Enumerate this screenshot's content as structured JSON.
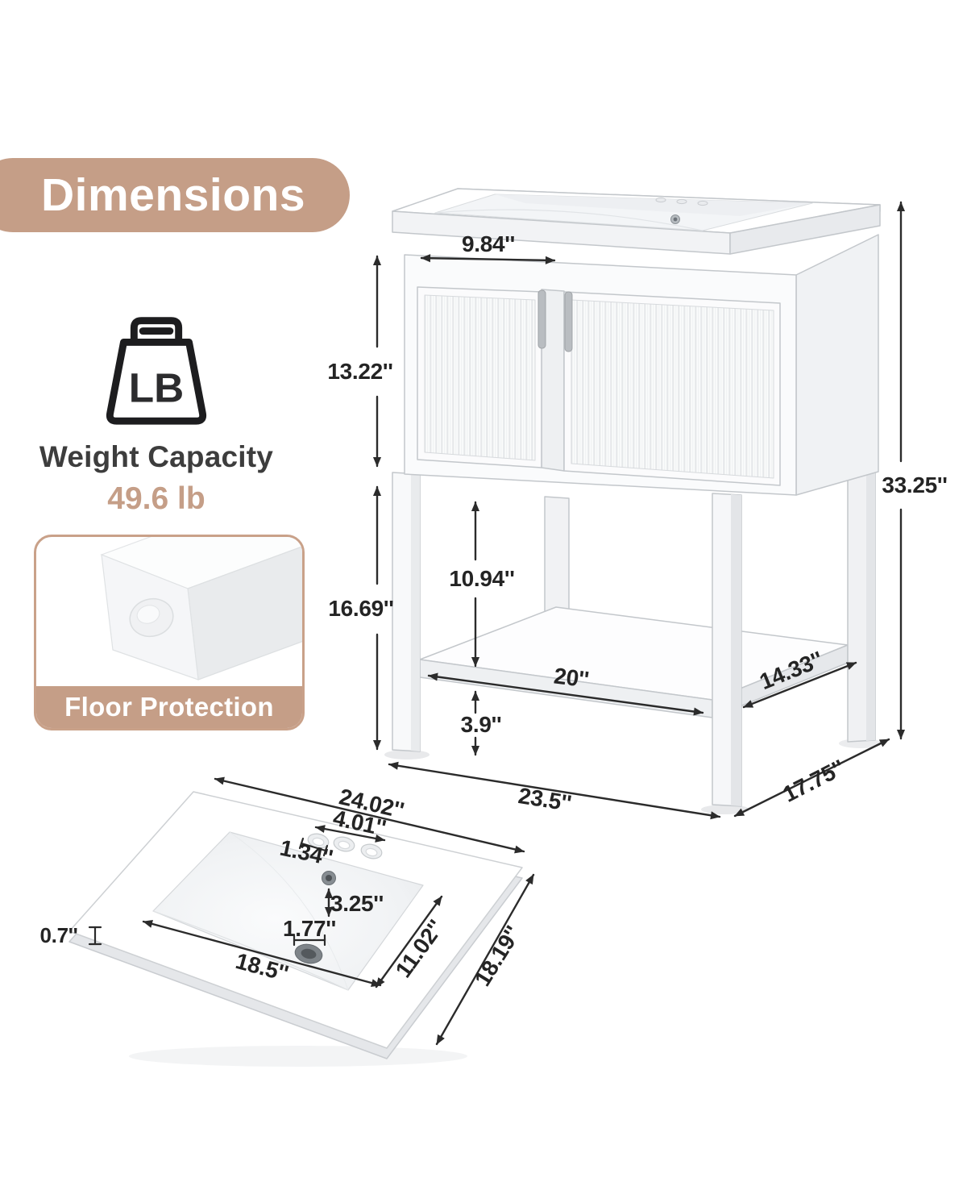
{
  "header": {
    "title": "Dimensions"
  },
  "weight_capacity": {
    "icon_text": "LB",
    "label": "Weight Capacity",
    "value": "49.6 lb"
  },
  "floor_protection": {
    "caption": "Floor Protection"
  },
  "vanity": {
    "door_width": "9.84''",
    "door_section_height": "13.22''",
    "overall_height": "33.25''",
    "leg_section_height": "16.69''",
    "shelf_clearance_height": "10.94''",
    "shelf_width": "20''",
    "shelf_depth": "14.33''",
    "bottom_clearance": "3.9''",
    "overall_width": "23.5''",
    "overall_depth": "17.75''"
  },
  "sink_top": {
    "overall_width": "24.02''",
    "faucet_hole_spread": "4.01''",
    "faucet_hole_size": "1.34''",
    "overflow_to_basin": "3.25''",
    "drain_size": "1.77''",
    "basin_width": "18.5''",
    "basin_depth": "11.02''",
    "overall_depth": "18.19''",
    "edge_thickness": "0.7''"
  },
  "colors": {
    "accent": "#C59E87",
    "ink": "#2B2B2B"
  }
}
